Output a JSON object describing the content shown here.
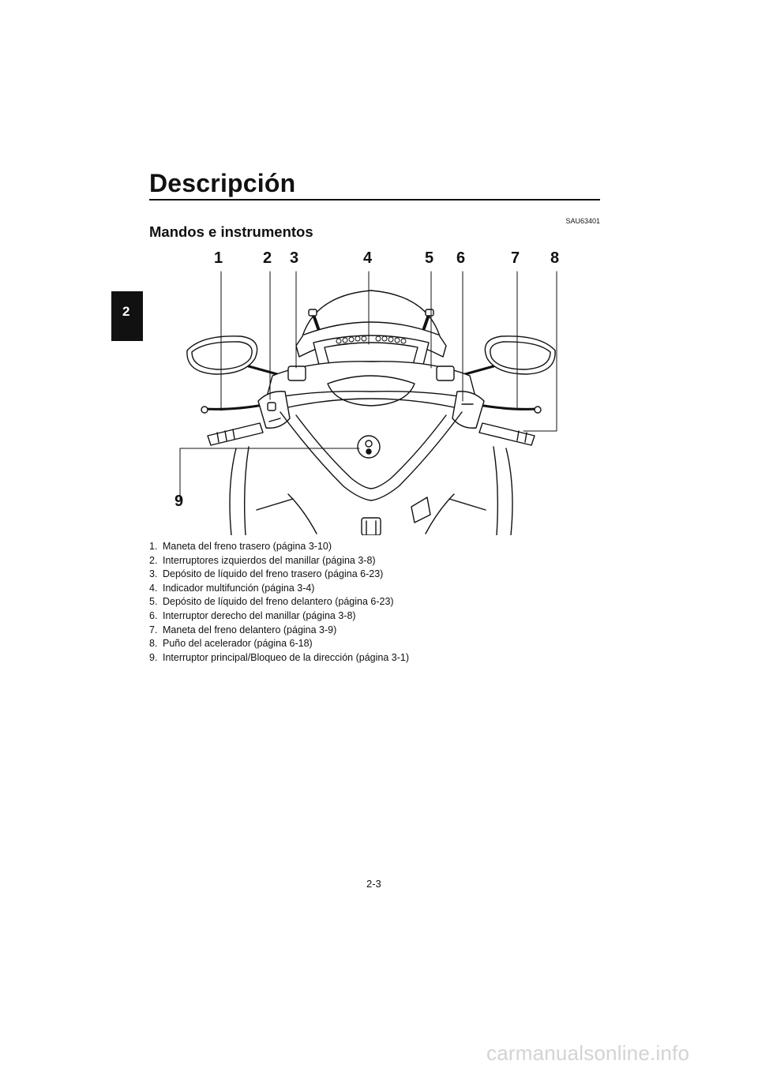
{
  "header": {
    "chapter_title": "Descripción",
    "chapter_tab": "2"
  },
  "section": {
    "code": "SAU63401",
    "title": "Mandos e instrumentos"
  },
  "figure": {
    "callouts": [
      "1",
      "2",
      "3",
      "4",
      "5",
      "6",
      "7",
      "8",
      "9"
    ]
  },
  "legend": {
    "items": [
      {
        "num": "1.",
        "text": "Maneta del freno trasero (página 3-10)"
      },
      {
        "num": "2.",
        "text": "Interruptores izquierdos del manillar (página 3-8)"
      },
      {
        "num": "3.",
        "text": "Depósito de líquido del freno trasero (página 6-23)"
      },
      {
        "num": "4.",
        "text": "Indicador multifunción (página 3-4)"
      },
      {
        "num": "5.",
        "text": "Depósito de líquido del freno delantero (página 6-23)"
      },
      {
        "num": "6.",
        "text": "Interruptor derecho del manillar (página 3-8)"
      },
      {
        "num": "7.",
        "text": "Maneta del freno delantero (página 3-9)"
      },
      {
        "num": "8.",
        "text": "Puño del acelerador (página 6-18)"
      },
      {
        "num": "9.",
        "text": "Interruptor principal/Bloqueo de la dirección (página 3-1)"
      }
    ]
  },
  "footer": {
    "page_number": "2-3",
    "watermark": "carmanualsonline.info"
  }
}
